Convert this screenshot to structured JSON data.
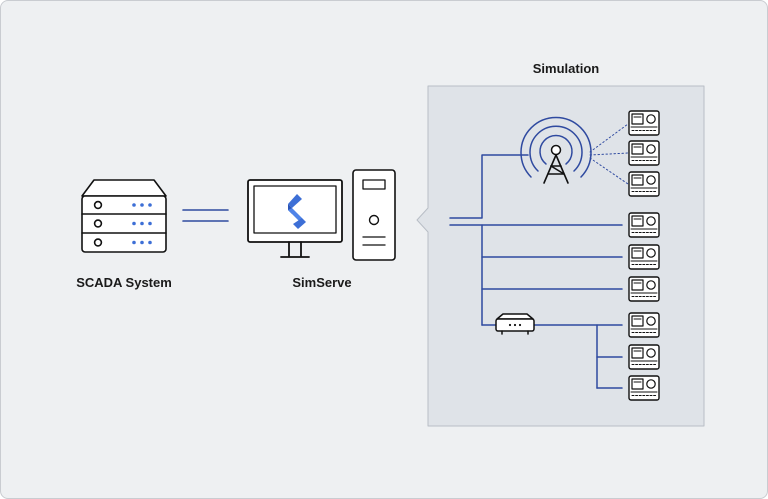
{
  "diagram": {
    "scada_label": "SCADA System",
    "simserve_label": "SimServe",
    "simulation_label": "Simulation"
  },
  "colors": {
    "background": "#eef0f2",
    "panel": "#dfe3e8",
    "line": "#2f4aa0",
    "icon_stroke": "#111111",
    "logo_blue": "#3d6fd6"
  },
  "icons": [
    "scada-server-icon",
    "monitor-icon",
    "simserve-logo-icon",
    "server-tower-icon",
    "radio-tower-icon",
    "router-icon",
    "device-icon"
  ]
}
